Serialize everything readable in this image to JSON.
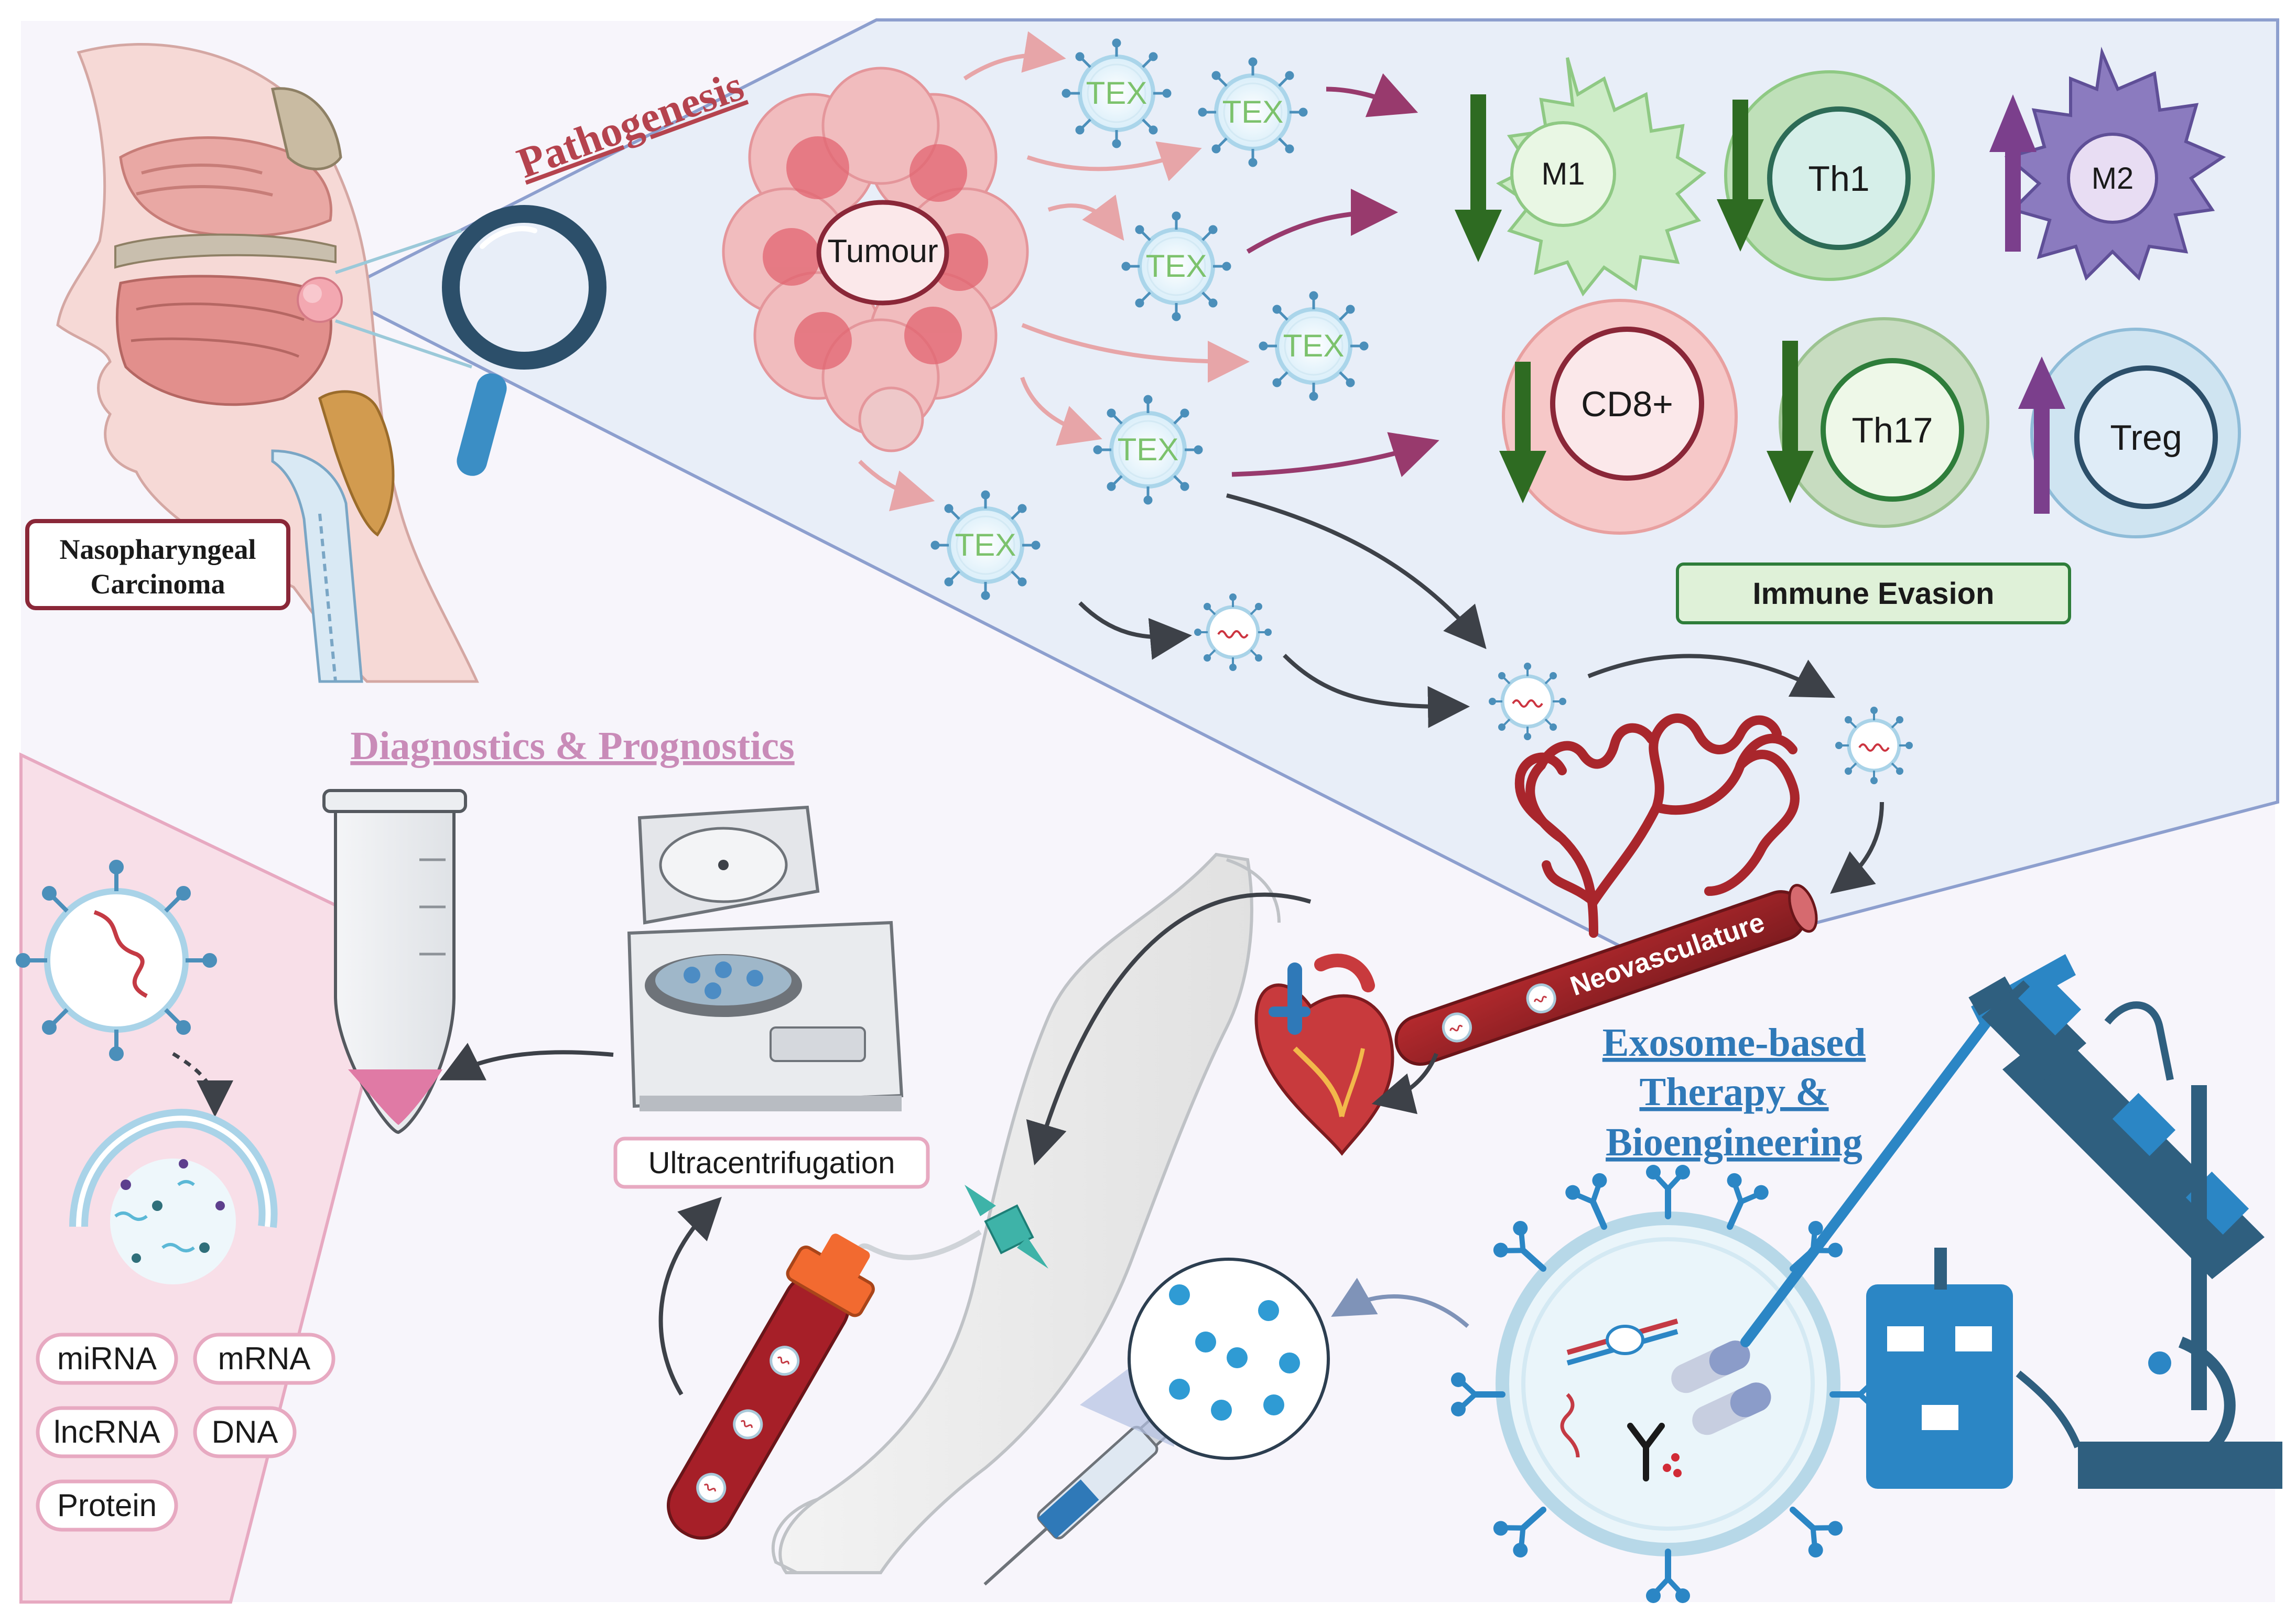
{
  "sections": {
    "pathogenesis": "Pathogenesis",
    "diagnostics": "Diagnostics & Prognostics",
    "therapy_line1": "Exosome-based",
    "therapy_line2": "Therapy &",
    "therapy_line3": "Bioengineering"
  },
  "labels": {
    "npc_line1": "Nasopharyngeal",
    "npc_line2": "Carcinoma",
    "tumour": "Tumour",
    "tex": "TEX",
    "neovasculature": "Neovasculature",
    "immune_evasion": "Immune Evasion",
    "ultracentrifugation": "Ultracentrifugation"
  },
  "immune_cells": [
    {
      "name": "M1",
      "trend": "down"
    },
    {
      "name": "Th1",
      "trend": "down"
    },
    {
      "name": "M2",
      "trend": "up"
    },
    {
      "name": "CD8+",
      "trend": "down"
    },
    {
      "name": "Th17",
      "trend": "down"
    },
    {
      "name": "Treg",
      "trend": "up"
    }
  ],
  "cargo": [
    "miRNA",
    "mRNA",
    "lncRNA",
    "DNA",
    "Protein"
  ],
  "colors": {
    "pathogenesis_title": "#b5434e",
    "diagnostics_title": "#c98bb8",
    "therapy_title": "#2f79b8",
    "panel_fill": "#e8eef8",
    "panel_stroke": "#8d9fce",
    "pink_panel": "#f8dfe8",
    "tex_text": "#7cc26c",
    "arrow_down": "#2e6b22",
    "arrow_up": "#7b3f8c",
    "instrument_blue": "#2b86c5",
    "instrument_dark": "#2f5f7f"
  }
}
